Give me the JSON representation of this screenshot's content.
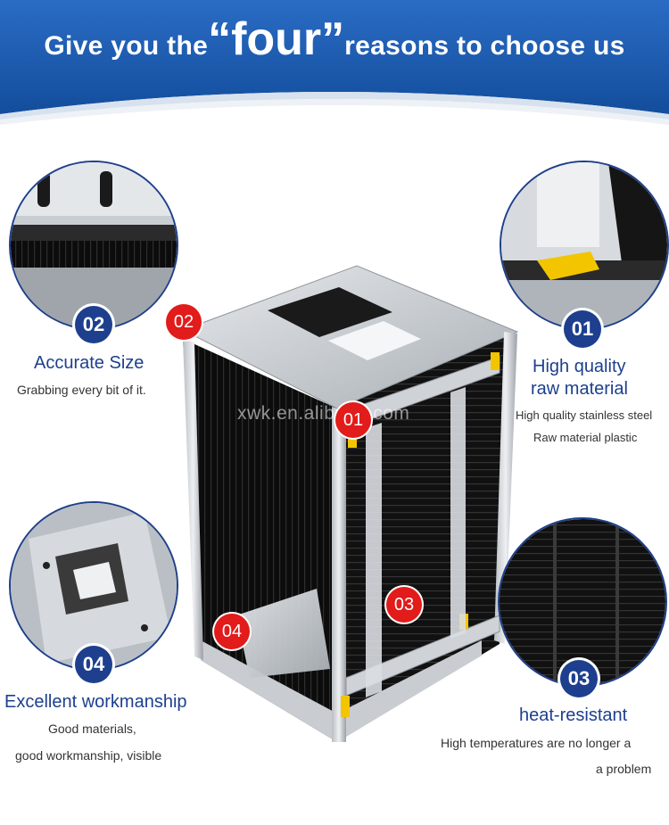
{
  "headline": {
    "part1": "Give you the",
    "open_quote": "“",
    "emphasis": "four",
    "close_quote": "”",
    "part2": "reasons to choose us"
  },
  "features": [
    {
      "number": "01",
      "title_line1": "High quality",
      "title_line2": "raw material",
      "desc_line1": "High quality stainless steel",
      "desc_line2": "Raw material plastic"
    },
    {
      "number": "02",
      "title_line1": "Accurate Size",
      "desc_line1": "Grabbing every bit of it."
    },
    {
      "number": "03",
      "title_line1": "heat-resistant",
      "desc_line1": "High temperatures are no longer a",
      "desc_line2": "a problem"
    },
    {
      "number": "04",
      "title_line1": "Excellent workmanship",
      "desc_line1": "Good materials,",
      "desc_line2": "good workmanship, visible"
    }
  ],
  "markers": [
    "02",
    "01",
    "03",
    "04"
  ],
  "watermark": "xwk.en.alibaba.com",
  "colors": {
    "brand_blue": "#1d3f8e",
    "banner_blue": "#1d5bb0",
    "marker_red": "#e21b1b"
  }
}
